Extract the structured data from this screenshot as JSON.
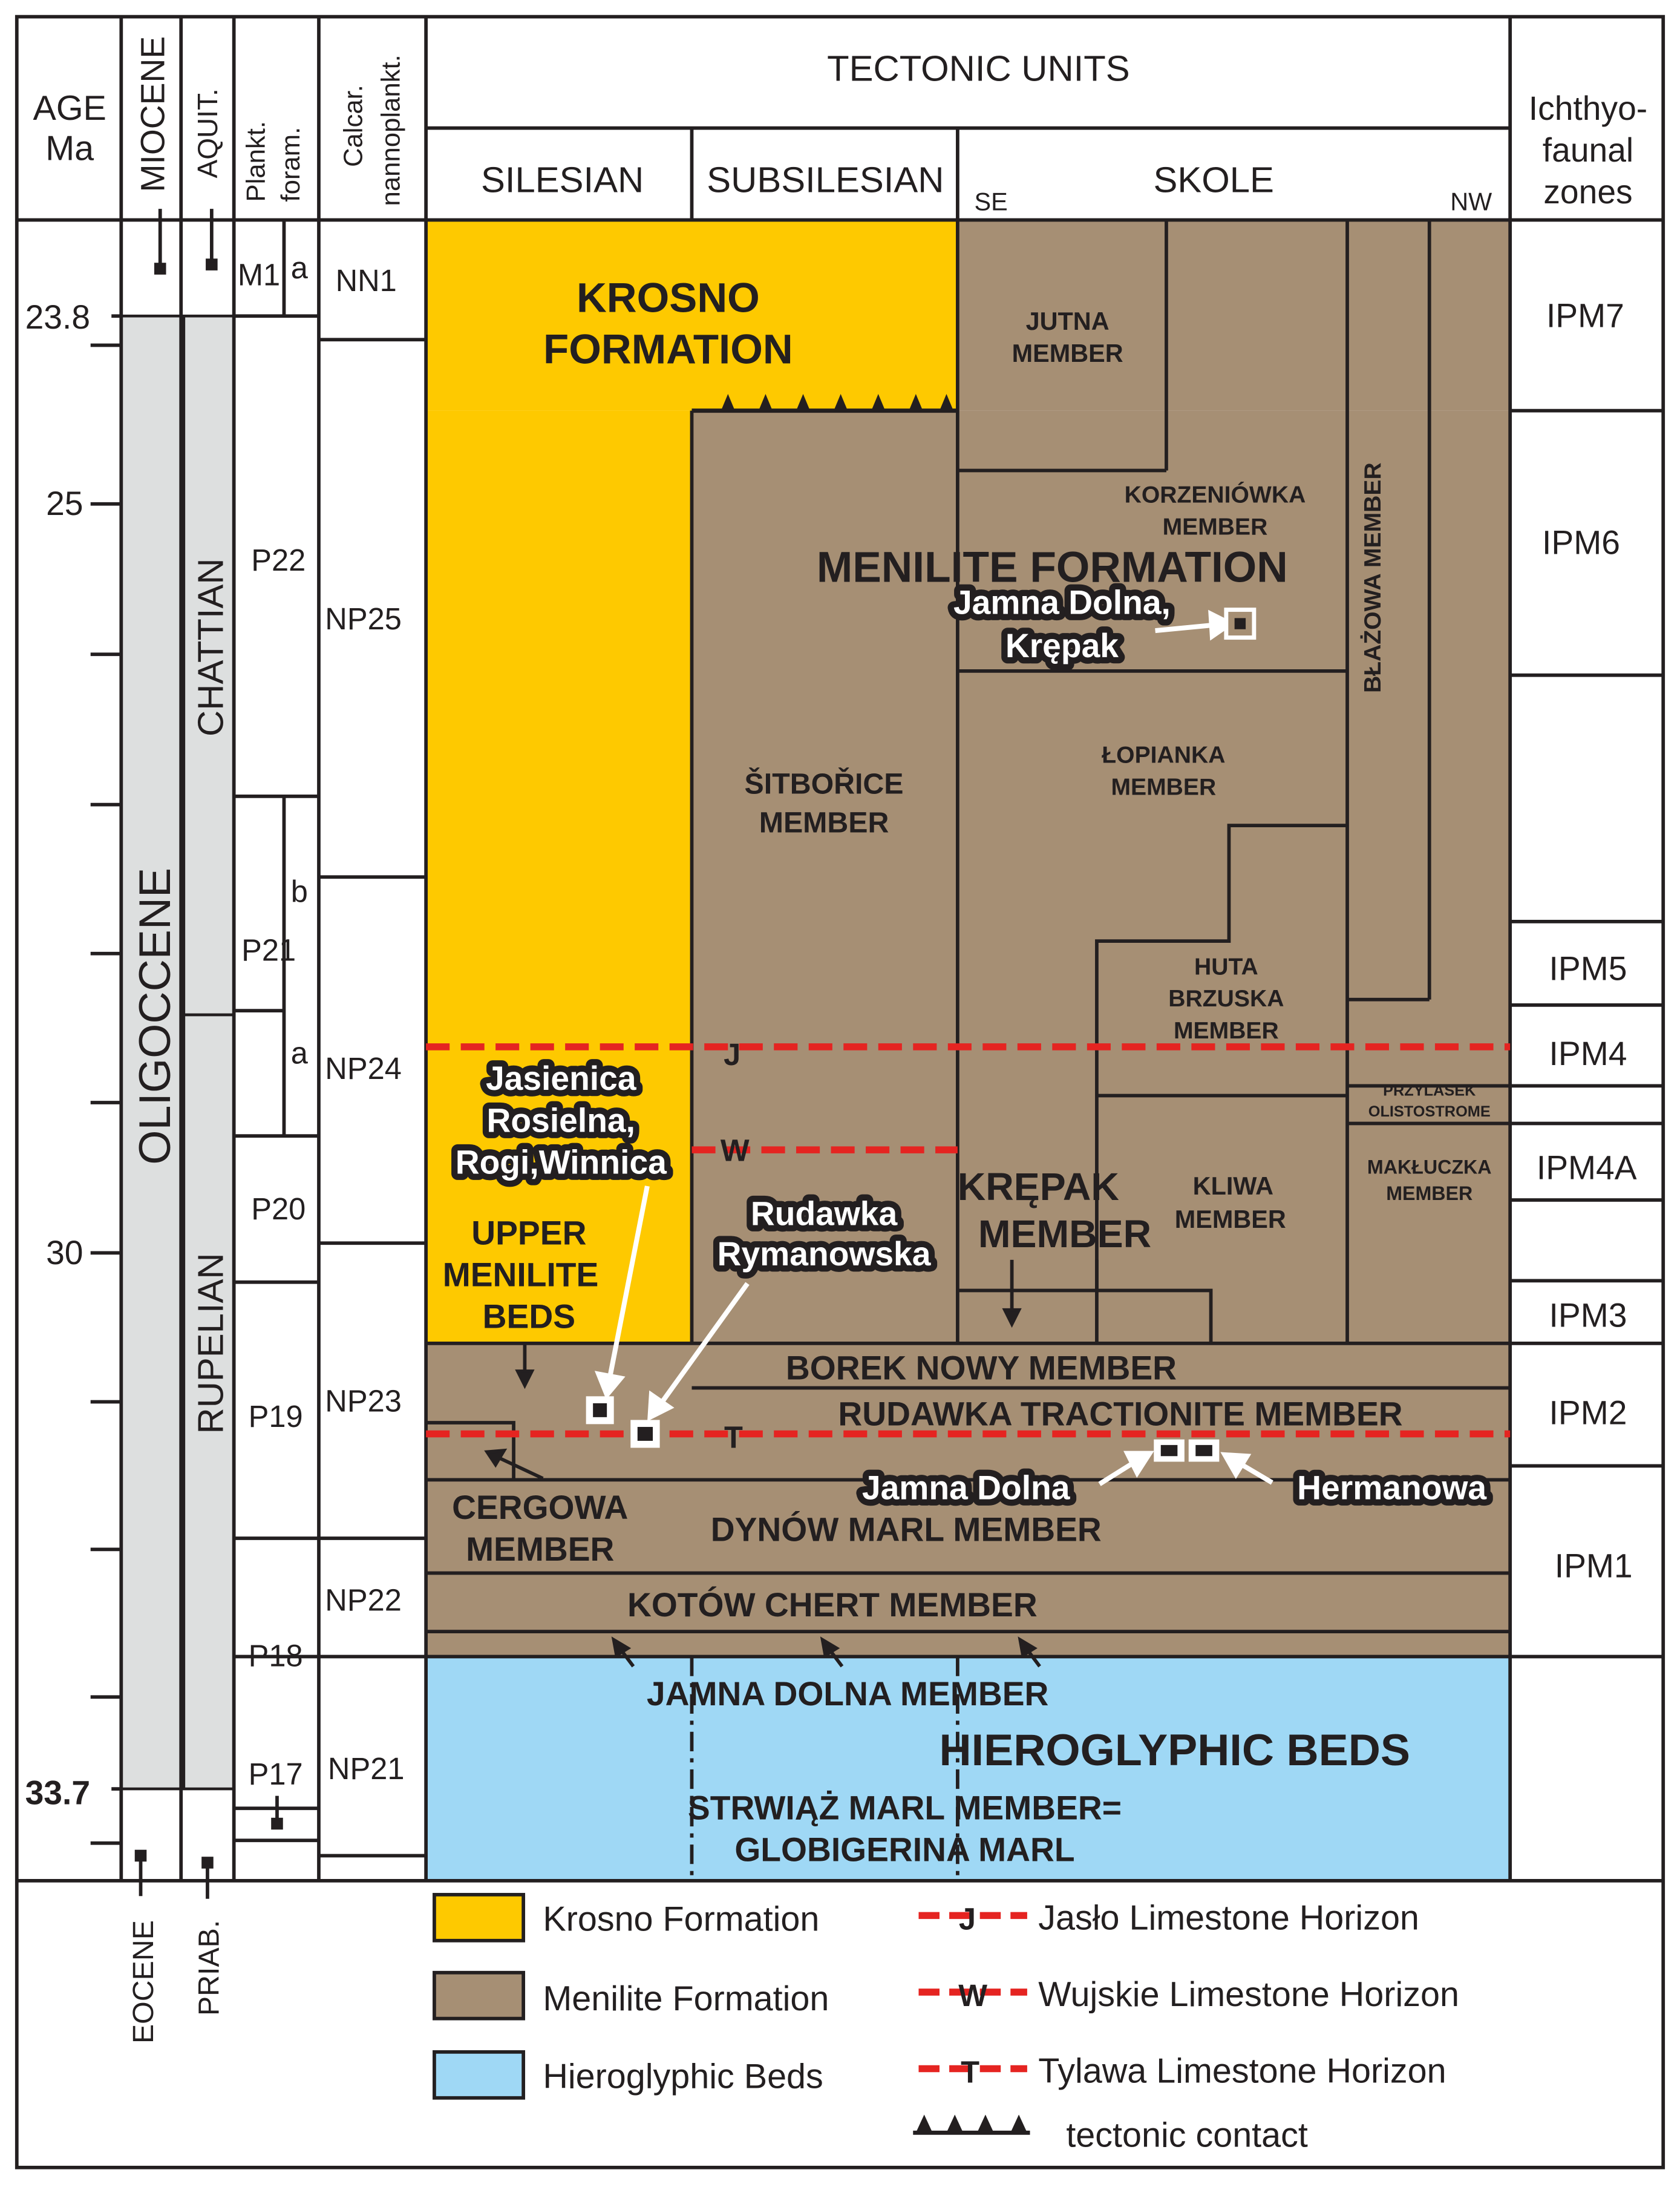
{
  "header": {
    "age": [
      "AGE",
      "Ma"
    ],
    "miocene": "MIOCENE",
    "aquit": "AQUIT.",
    "plankt": [
      "Plankt.",
      "foram."
    ],
    "calcar": [
      "Calcar.",
      "nannoplankt."
    ],
    "tectonic_units": "TECTONIC UNITS",
    "silesian": "SILESIAN",
    "subsilesian": "SUBSILESIAN",
    "skole": "SKOLE",
    "se": "SE",
    "nw": "NW",
    "ichthyo": [
      "Ichthyo-",
      "faunal",
      "zones"
    ]
  },
  "age_labels": [
    "23.8",
    "25",
    "30",
    "33.7"
  ],
  "epochs": {
    "oligocene": "OLIGOCCENE",
    "eocene": "EOCENE"
  },
  "stages": {
    "chattian": "CHATTIAN",
    "rupelian": "RUPELIAN",
    "priab": "PRIAB."
  },
  "foram_zones": [
    "M1",
    "a",
    "P22",
    "b",
    "P21",
    "a",
    "P20",
    "P19",
    "P18",
    "P17"
  ],
  "nanno_zones": [
    "NN1",
    "NP25",
    "NP24",
    "NP23",
    "NP22",
    "NP21"
  ],
  "ipm_zones": [
    "IPM7",
    "IPM6",
    "IPM5",
    "IPM4",
    "IPM4A",
    "IPM3",
    "IPM2",
    "IPM1"
  ],
  "units": {
    "krosno": [
      "KROSNO",
      "FORMATION"
    ],
    "menilite": "MENILITE FORMATION",
    "jutna": [
      "JUTNA",
      "MEMBER"
    ],
    "korzeniowka": [
      "KORZENIÓWKA",
      "MEMBER"
    ],
    "blazowa": "BŁAŻOWA MEMBER",
    "sitborice": [
      "ŠITBOŘICE",
      "MEMBER"
    ],
    "lopianka": [
      "ŁOPIANKA",
      "MEMBER"
    ],
    "huta": [
      "HUTA",
      "BRZUSKA",
      "MEMBER"
    ],
    "przylasek": [
      "PRZYLASEK",
      "OLISTOSTROME"
    ],
    "maklucza": [
      "MAKŁUCZKA",
      "MEMBER"
    ],
    "krepak": [
      "KRĘPAK",
      "MEMBER"
    ],
    "kliwa": [
      "KLIWA",
      "MEMBER"
    ],
    "upper_menilite": [
      "UPPER",
      "MENILITE",
      "BEDS"
    ],
    "borek": "BOREK NOWY MEMBER",
    "rudawka_tract": "RUDAWKA TRACTIONITE MEMBER",
    "cergowa": [
      "CERGOWA",
      "MEMBER"
    ],
    "dynow": "DYNÓW MARL MEMBER",
    "kotow": "KOTÓW CHERT MEMBER",
    "jamna_member": "JAMNA DOLNA MEMBER",
    "hieroglyphic": "HIEROGLYPHIC BEDS",
    "strwiaz": [
      "STRWIĄŻ MARL MEMBER=",
      "GLOBIGERINA MARL"
    ]
  },
  "localities": {
    "jamna_krepak": [
      "Jamna Dolna,",
      "Krępak"
    ],
    "jasienica": [
      "Jasienica",
      "Rosielna,",
      "Rogi,Winnica"
    ],
    "rudawka": [
      "Rudawka",
      "Rymanowska"
    ],
    "jamna": "Jamna Dolna",
    "hermanowa": "Hermanowa"
  },
  "horizons": {
    "j": "J",
    "w": "W",
    "t": "T"
  },
  "legend": {
    "krosno": "Krosno Formation",
    "menilite": "Menilite Formation",
    "hieroglyphic": "Hieroglyphic Beds",
    "jaslo": "Jasło Limestone Horizon",
    "wujskie": "Wujskie Limestone Horizon",
    "tylawa": "Tylawa Limestone Horizon",
    "tectonic": "tectonic contact"
  },
  "colors": {
    "krosno": "#fec900",
    "menilite": "#a68f74",
    "hieroglyphic": "#9fd8f5",
    "column_grey": "#dddfdf",
    "horizon_red": "#e52421",
    "line": "#231f20"
  }
}
